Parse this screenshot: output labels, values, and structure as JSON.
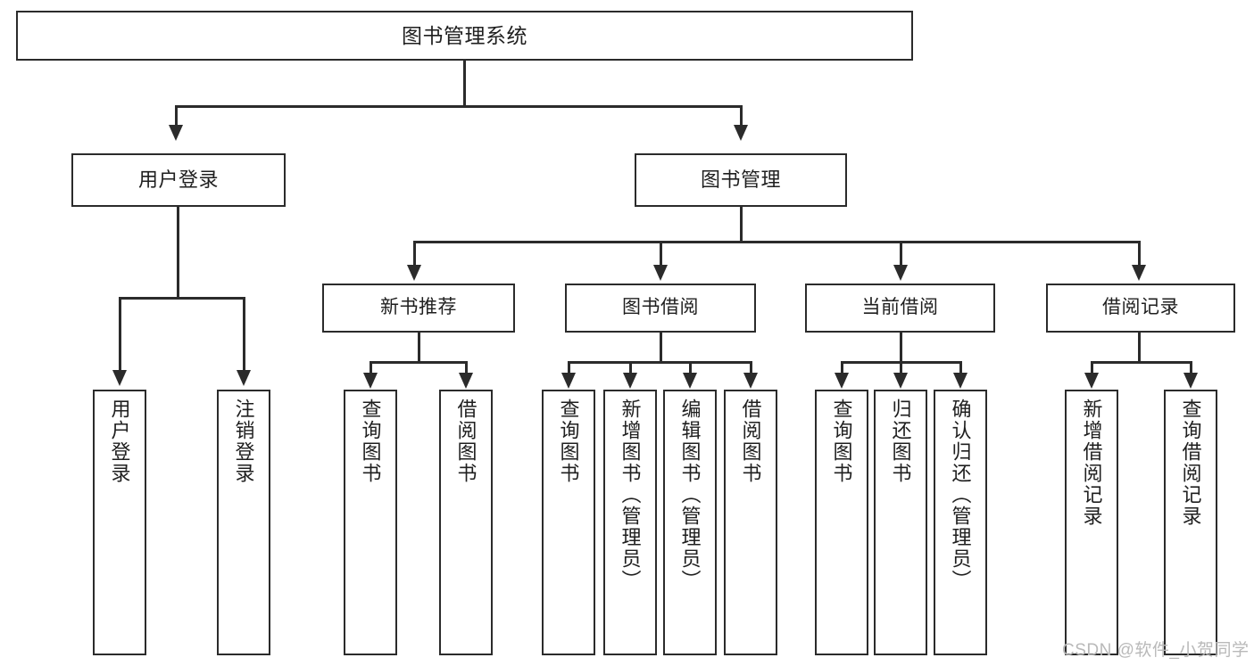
{
  "diagram": {
    "title": "图书管理系统",
    "type": "tree-hierarchy-diagram",
    "watermark": "CSDN @软件_小贺同学",
    "colors": {
      "box_border": "#2b2b2b",
      "box_fill": "#ffffff",
      "text": "#1f1f1f",
      "connector": "#2b2b2b",
      "watermark": "#b9b9b9",
      "background": "#ffffff"
    },
    "root": {
      "label": "图书管理系统"
    },
    "level1": [
      {
        "label": "用户登录"
      },
      {
        "label": "图书管理"
      }
    ],
    "level2": [
      {
        "label": "新书推荐"
      },
      {
        "label": "图书借阅"
      },
      {
        "label": "当前借阅"
      },
      {
        "label": "借阅记录"
      }
    ],
    "leaves": {
      "user_login": [
        {
          "label": "用户登录"
        },
        {
          "label": "注销登录"
        }
      ],
      "new_book_recommend": [
        {
          "label": "查询图书"
        },
        {
          "label": "借阅图书"
        }
      ],
      "book_borrow": [
        {
          "label": "查询图书"
        },
        {
          "label": "新增图书（管理员）"
        },
        {
          "label": "编辑图书（管理员）"
        },
        {
          "label": "借阅图书"
        }
      ],
      "current_borrow": [
        {
          "label": "查询图书"
        },
        {
          "label": "归还图书"
        },
        {
          "label": "确认归还（管理员）"
        }
      ],
      "borrow_record": [
        {
          "label": "新增借阅记录"
        },
        {
          "label": "查询借阅记录"
        }
      ]
    }
  }
}
